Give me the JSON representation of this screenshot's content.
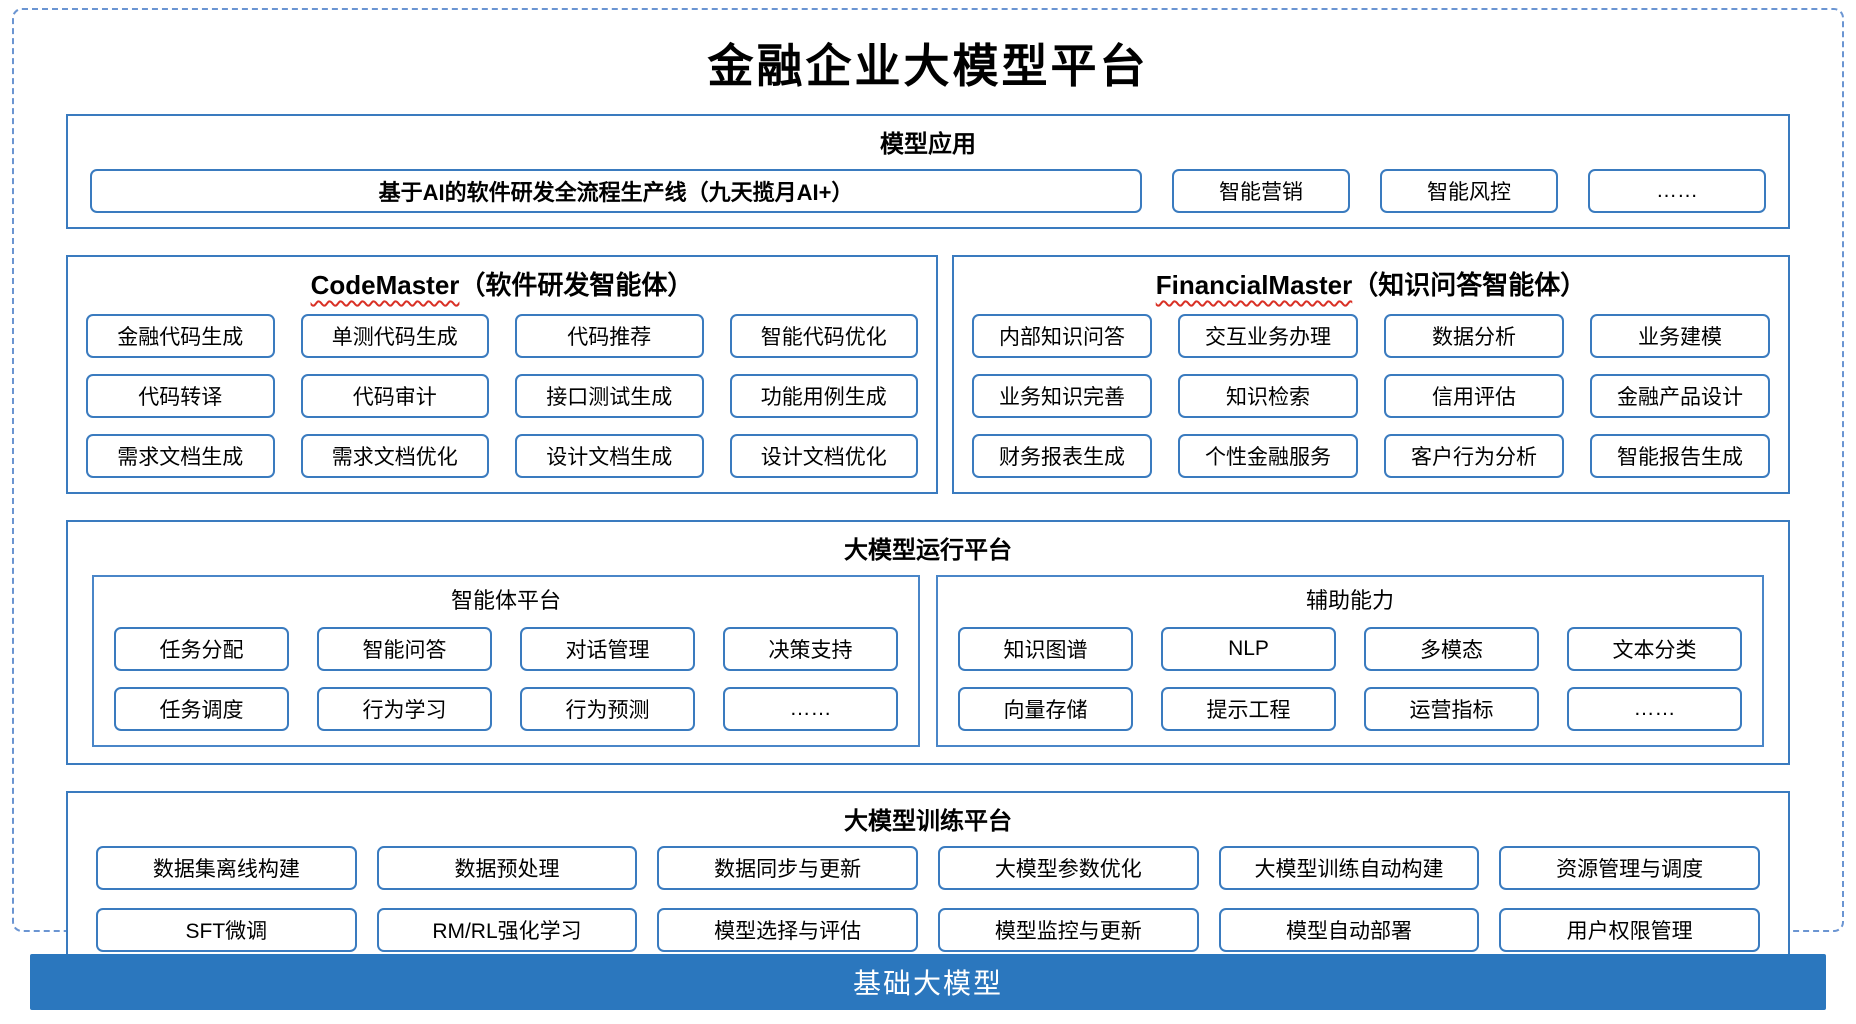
{
  "title": "金融企业大模型平台",
  "model_app": {
    "header": "模型应用",
    "main_item": "基于AI的软件研发全流程生产线（九天揽月AI+）",
    "items": [
      "智能营销",
      "智能风控",
      "……"
    ]
  },
  "code_master": {
    "title_en": "CodeMaster",
    "title_cn": "（软件研发智能体）",
    "items": [
      "金融代码生成",
      "单测代码生成",
      "代码推荐",
      "智能代码优化",
      "代码转译",
      "代码审计",
      "接口测试生成",
      "功能用例生成",
      "需求文档生成",
      "需求文档优化",
      "设计文档生成",
      "设计文档优化"
    ]
  },
  "financial_master": {
    "title_en": "FinancialMaster",
    "title_cn": "（知识问答智能体）",
    "items": [
      "内部知识问答",
      "交互业务办理",
      "数据分析",
      "业务建模",
      "业务知识完善",
      "知识检索",
      "信用评估",
      "金融产品设计",
      "财务报表生成",
      "个性金融服务",
      "客户行为分析",
      "智能报告生成"
    ]
  },
  "runtime": {
    "header": "大模型运行平台",
    "agent_platform": {
      "header": "智能体平台",
      "items": [
        "任务分配",
        "智能问答",
        "对话管理",
        "决策支持",
        "任务调度",
        "行为学习",
        "行为预测",
        "……"
      ]
    },
    "aux": {
      "header": "辅助能力",
      "items": [
        "知识图谱",
        "NLP",
        "多模态",
        "文本分类",
        "向量存储",
        "提示工程",
        "运营指标",
        "……"
      ]
    }
  },
  "training": {
    "header": "大模型训练平台",
    "items": [
      "数据集离线构建",
      "数据预处理",
      "数据同步与更新",
      "大模型参数优化",
      "大模型训练自动构建",
      "资源管理与调度",
      "SFT微调",
      "RM/RL强化学习",
      "模型选择与评估",
      "模型监控与更新",
      "模型自动部署",
      "用户权限管理"
    ]
  },
  "footer": {
    "label": "基础大模型"
  },
  "colors": {
    "box_border": "#3a7bbf",
    "dashed_border": "#6b95d2",
    "footer_bg": "#2b77be",
    "squiggle": "#d93025"
  }
}
